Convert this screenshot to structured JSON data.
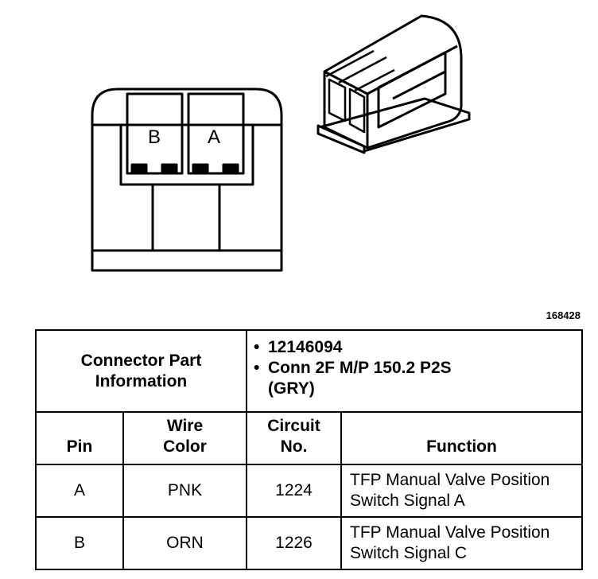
{
  "connector_face": {
    "pin_b_label": "B",
    "pin_a_label": "A"
  },
  "figure_id": "168428",
  "info": {
    "heading": "Connector Part Information",
    "items": [
      "12146094",
      "Conn 2F M/P 150.2 P2S (GRY)"
    ]
  },
  "table": {
    "headers": {
      "pin": "Pin",
      "wire_color": "Wire Color",
      "circuit": "Circuit No.",
      "function": "Function"
    },
    "rows": [
      {
        "pin": "A",
        "wire_color": "PNK",
        "circuit": "1224",
        "function": "TFP Manual Valve Position Switch Signal A"
      },
      {
        "pin": "B",
        "wire_color": "ORN",
        "circuit": "1226",
        "function": "TFP Manual Valve Position Switch Signal C"
      }
    ]
  }
}
